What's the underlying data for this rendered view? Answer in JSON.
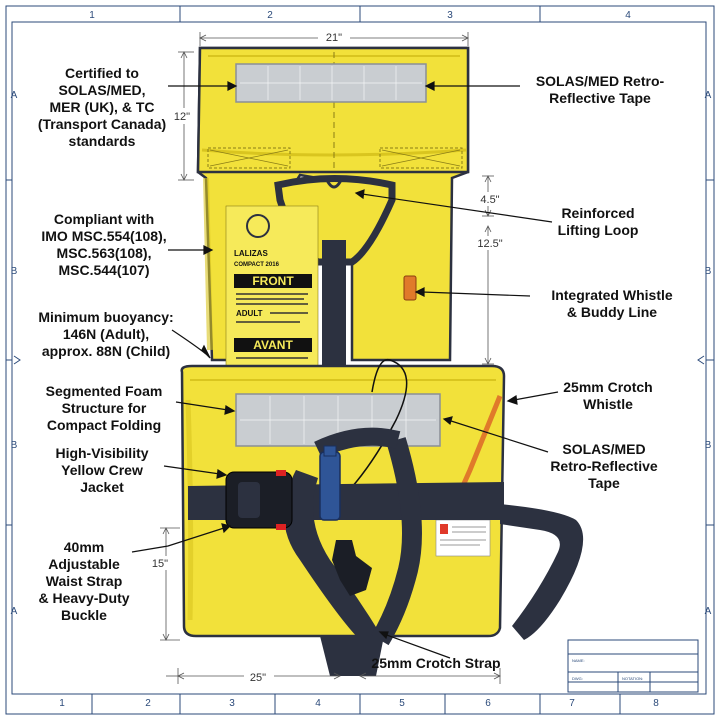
{
  "frame": {
    "top_numbers": [
      "1",
      "2",
      "3",
      "4"
    ],
    "bottom_numbers": [
      "1",
      "2",
      "3",
      "4",
      "5",
      "6",
      "7",
      "8"
    ],
    "side_letters": [
      "A",
      "B",
      "B",
      "A"
    ]
  },
  "dimensions": {
    "top_width": "21\"",
    "collar_height": "12\"",
    "loop_offset": "4.5\"",
    "body_height": "12.5\"",
    "strap_height": "15\"",
    "bottom_width": "25\""
  },
  "callouts": {
    "certified": [
      "Certified to",
      "SOLAS/MED,",
      "MER (UK), & TC",
      "(Transport Canada)",
      "standards"
    ],
    "compliant": [
      "Compliant with",
      "IMO MSC.554(108),",
      "MSC.563(108),",
      "MSC.544(107)"
    ],
    "buoyancy": [
      "Minimum buoyancy:",
      "146N (Adult),",
      "approx. 88N (Child)"
    ],
    "foam": [
      "Segmented Foam",
      "Structure for",
      "Compact Folding"
    ],
    "visibility": [
      "High-Visibility",
      "Yellow Crew",
      "Jacket"
    ],
    "waist_strap": [
      "40mm",
      "Adjustable",
      "Waist Strap",
      "& Heavy-Duty",
      "Buckle"
    ],
    "tape_top": [
      "SOLAS/MED Retro-",
      "Reflective Tape"
    ],
    "lifting_loop": [
      "Reinforced",
      "Lifting Loop"
    ],
    "whistle": [
      "Integrated Whistle",
      "& Buddy Line"
    ],
    "crotch_whistle": [
      "25mm Crotch",
      "Whistle"
    ],
    "tape_bottom": [
      "SOLAS/MED",
      "Retro-Reflective",
      "Tape"
    ],
    "crotch_strap": [
      "25mm Crotch Strap"
    ]
  },
  "jacket_label": {
    "brand": "LALIZAS",
    "model": "COMPACT 2016",
    "front": "FRONT",
    "adult": "ADULT",
    "avant": "AVANT"
  },
  "title_block": {
    "name_label": "NAME:",
    "dwg_label": "DWG:",
    "notation_label": "NOTATION:"
  },
  "colors": {
    "jacket_yellow": "#f2e13a",
    "jacket_shadow": "#d9c51f",
    "strap_navy": "#2c3140",
    "tape_grey": "#c9cdd1",
    "frame_blue": "#2b4a7a",
    "whistle_orange": "#e07a2a",
    "toggle_blue": "#2f5597"
  }
}
